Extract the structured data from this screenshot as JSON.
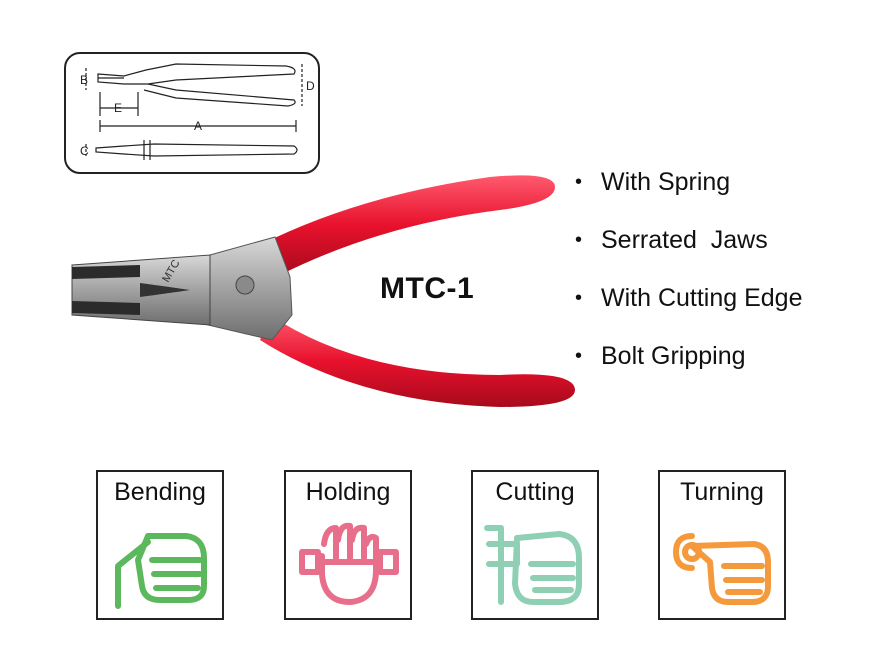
{
  "diagram": {
    "dimension_labels": [
      "A",
      "B",
      "C",
      "D",
      "E"
    ]
  },
  "product": {
    "model": "MTC-1",
    "engraving": "MTC"
  },
  "features": [
    "With Spring",
    "Serrated  Jaws",
    "With Cutting Edge",
    "Bolt Gripping"
  ],
  "uses": [
    {
      "label": "Bending",
      "icon": "bending-hand-icon",
      "color": "#5cb85c"
    },
    {
      "label": "Holding",
      "icon": "holding-hand-icon",
      "color": "#e86f8c"
    },
    {
      "label": "Cutting",
      "icon": "cutting-hand-icon",
      "color": "#8fd0b4"
    },
    {
      "label": "Turning",
      "icon": "turning-hand-icon",
      "color": "#f59a3c"
    }
  ],
  "colors": {
    "grip": "#e8112d",
    "steel": "#9a9a9a"
  }
}
